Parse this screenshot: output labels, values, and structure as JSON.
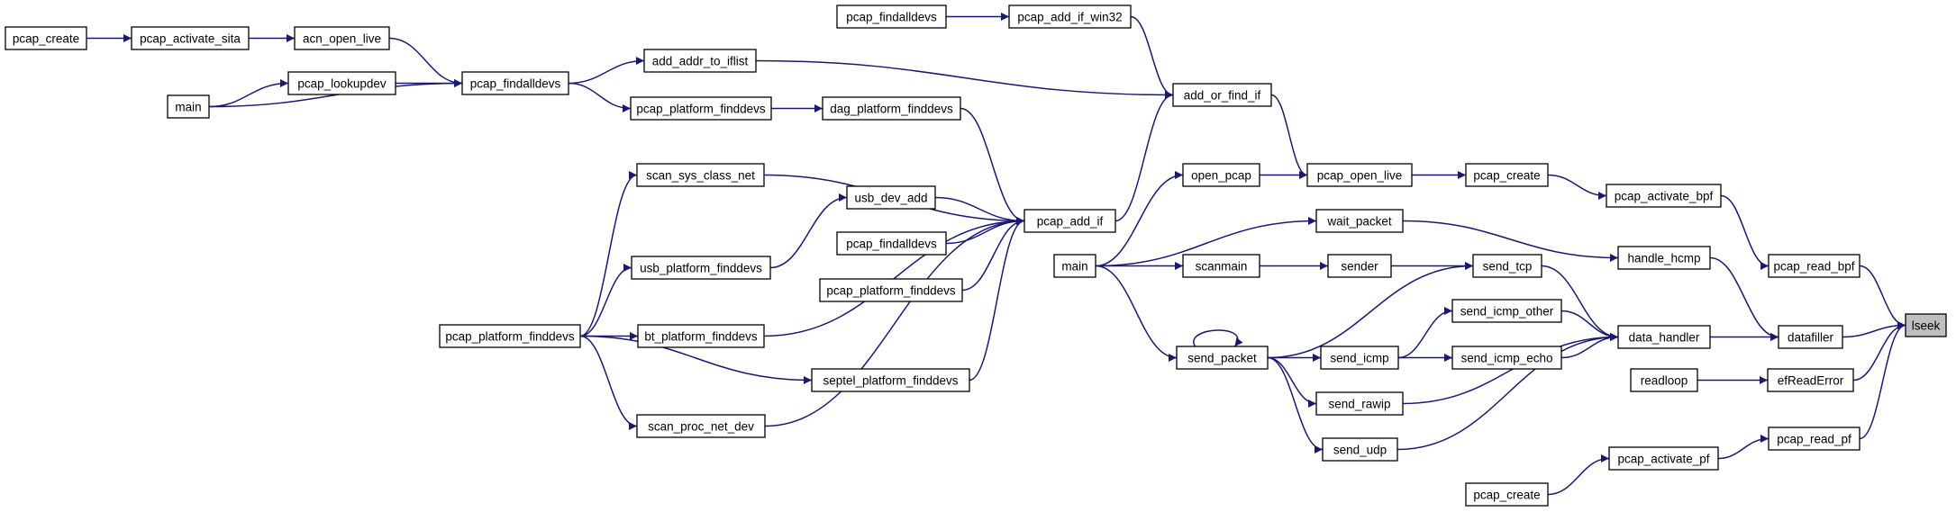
{
  "graph": {
    "title": "",
    "edge_color": "#191970",
    "root_fill": "#bfbfbf",
    "nodes": [
      {
        "id": "lseek",
        "label": "lseek",
        "root": true
      },
      {
        "id": "pcap_read_bpf",
        "label": "pcap_read_bpf"
      },
      {
        "id": "datafiller",
        "label": "datafiller"
      },
      {
        "id": "efReadError",
        "label": "efReadError"
      },
      {
        "id": "pcap_read_pf",
        "label": "pcap_read_pf"
      },
      {
        "id": "pcap_activate_bpf",
        "label": "pcap_activate_bpf"
      },
      {
        "id": "handle_hcmp",
        "label": "handle_hcmp"
      },
      {
        "id": "data_handler",
        "label": "data_handler"
      },
      {
        "id": "readloop",
        "label": "readloop"
      },
      {
        "id": "pcap_activate_pf",
        "label": "pcap_activate_pf"
      },
      {
        "id": "pcap_create_r",
        "label": "pcap_create"
      },
      {
        "id": "pcap_create_b",
        "label": "pcap_create"
      },
      {
        "id": "wait_packet",
        "label": "wait_packet"
      },
      {
        "id": "send_tcp",
        "label": "send_tcp"
      },
      {
        "id": "send_icmp_other",
        "label": "send_icmp_other"
      },
      {
        "id": "send_icmp_echo",
        "label": "send_icmp_echo"
      },
      {
        "id": "send_rawip",
        "label": "send_rawip"
      },
      {
        "id": "send_udp",
        "label": "send_udp"
      },
      {
        "id": "pcap_open_live",
        "label": "pcap_open_live"
      },
      {
        "id": "sender",
        "label": "sender"
      },
      {
        "id": "send_icmp",
        "label": "send_icmp"
      },
      {
        "id": "send_packet",
        "label": "send_packet"
      },
      {
        "id": "add_or_find_if",
        "label": "add_or_find_if"
      },
      {
        "id": "open_pcap",
        "label": "open_pcap"
      },
      {
        "id": "scanmain",
        "label": "scanmain"
      },
      {
        "id": "main_mid",
        "label": "main"
      },
      {
        "id": "pcap_add_if_win32",
        "label": "pcap_add_if_win32"
      },
      {
        "id": "pcap_findalldevs_w",
        "label": "pcap_findalldevs"
      },
      {
        "id": "add_addr_to_iflist",
        "label": "add_addr_to_iflist"
      },
      {
        "id": "pcap_add_if",
        "label": "pcap_add_if"
      },
      {
        "id": "pcap_findalldevs_main",
        "label": "pcap_findalldevs"
      },
      {
        "id": "pcap_platform_finddevs_top",
        "label": "pcap_platform_finddevs"
      },
      {
        "id": "dag_platform_finddevs",
        "label": "dag_platform_finddevs"
      },
      {
        "id": "scan_sys_class_net",
        "label": "scan_sys_class_net"
      },
      {
        "id": "usb_dev_add",
        "label": "usb_dev_add"
      },
      {
        "id": "pcap_findalldevs_b",
        "label": "pcap_findalldevs"
      },
      {
        "id": "pcap_platform_finddevs_b",
        "label": "pcap_platform_finddevs"
      },
      {
        "id": "usb_platform_finddevs",
        "label": "usb_platform_finddevs"
      },
      {
        "id": "bt_platform_finddevs",
        "label": "bt_platform_finddevs"
      },
      {
        "id": "septel_platform_finddevs",
        "label": "septel_platform_finddevs"
      },
      {
        "id": "scan_proc_net_dev",
        "label": "scan_proc_net_dev"
      },
      {
        "id": "pcap_platform_finddevs_left",
        "label": "pcap_platform_finddevs"
      },
      {
        "id": "acn_open_live",
        "label": "acn_open_live"
      },
      {
        "id": "pcap_lookupdev",
        "label": "pcap_lookupdev"
      },
      {
        "id": "main_left",
        "label": "main"
      },
      {
        "id": "pcap_activate_sita",
        "label": "pcap_activate_sita"
      },
      {
        "id": "pcap_create_left",
        "label": "pcap_create"
      }
    ],
    "edges": [
      [
        "pcap_read_bpf",
        "lseek"
      ],
      [
        "datafiller",
        "lseek"
      ],
      [
        "efReadError",
        "lseek"
      ],
      [
        "pcap_read_pf",
        "lseek"
      ],
      [
        "pcap_activate_bpf",
        "pcap_read_bpf"
      ],
      [
        "handle_hcmp",
        "datafiller"
      ],
      [
        "data_handler",
        "datafiller"
      ],
      [
        "readloop",
        "efReadError"
      ],
      [
        "pcap_activate_pf",
        "pcap_read_pf"
      ],
      [
        "pcap_create_b",
        "pcap_activate_pf"
      ],
      [
        "pcap_create_r",
        "pcap_activate_bpf"
      ],
      [
        "pcap_open_live",
        "pcap_create_r"
      ],
      [
        "wait_packet",
        "handle_hcmp"
      ],
      [
        "send_tcp",
        "data_handler"
      ],
      [
        "send_icmp_other",
        "data_handler"
      ],
      [
        "send_icmp_echo",
        "data_handler"
      ],
      [
        "send_rawip",
        "data_handler"
      ],
      [
        "send_udp",
        "data_handler"
      ],
      [
        "add_or_find_if",
        "pcap_open_live"
      ],
      [
        "open_pcap",
        "pcap_open_live"
      ],
      [
        "main_mid",
        "wait_packet"
      ],
      [
        "sender",
        "send_tcp"
      ],
      [
        "send_packet",
        "send_tcp"
      ],
      [
        "send_icmp",
        "send_icmp_other"
      ],
      [
        "send_icmp",
        "send_icmp_echo"
      ],
      [
        "send_packet",
        "send_icmp"
      ],
      [
        "send_packet",
        "send_rawip"
      ],
      [
        "send_packet",
        "send_udp"
      ],
      [
        "scanmain",
        "sender"
      ],
      [
        "main_mid",
        "scanmain"
      ],
      [
        "main_mid",
        "open_pcap"
      ],
      [
        "main_mid",
        "send_packet"
      ],
      [
        "send_packet",
        "send_packet"
      ],
      [
        "pcap_add_if_win32",
        "add_or_find_if"
      ],
      [
        "add_addr_to_iflist",
        "add_or_find_if"
      ],
      [
        "pcap_add_if",
        "add_or_find_if"
      ],
      [
        "pcap_findalldevs_w",
        "pcap_add_if_win32"
      ],
      [
        "pcap_findalldevs_main",
        "add_addr_to_iflist"
      ],
      [
        "pcap_findalldevs_main",
        "pcap_platform_finddevs_top"
      ],
      [
        "pcap_platform_finddevs_top",
        "dag_platform_finddevs"
      ],
      [
        "dag_platform_finddevs",
        "pcap_add_if"
      ],
      [
        "scan_sys_class_net",
        "pcap_add_if"
      ],
      [
        "usb_dev_add",
        "pcap_add_if"
      ],
      [
        "pcap_findalldevs_b",
        "pcap_add_if"
      ],
      [
        "pcap_platform_finddevs_b",
        "pcap_add_if"
      ],
      [
        "bt_platform_finddevs",
        "pcap_add_if"
      ],
      [
        "septel_platform_finddevs",
        "pcap_add_if"
      ],
      [
        "scan_proc_net_dev",
        "pcap_add_if"
      ],
      [
        "usb_platform_finddevs",
        "usb_dev_add"
      ],
      [
        "pcap_platform_finddevs_left",
        "scan_sys_class_net"
      ],
      [
        "pcap_platform_finddevs_left",
        "usb_platform_finddevs"
      ],
      [
        "pcap_platform_finddevs_left",
        "bt_platform_finddevs"
      ],
      [
        "pcap_platform_finddevs_left",
        "septel_platform_finddevs"
      ],
      [
        "pcap_platform_finddevs_left",
        "scan_proc_net_dev"
      ],
      [
        "acn_open_live",
        "pcap_findalldevs_main"
      ],
      [
        "pcap_lookupdev",
        "pcap_findalldevs_main"
      ],
      [
        "main_left",
        "pcap_findalldevs_main"
      ],
      [
        "main_left",
        "pcap_lookupdev"
      ],
      [
        "pcap_activate_sita",
        "acn_open_live"
      ],
      [
        "pcap_create_left",
        "pcap_activate_sita"
      ]
    ]
  }
}
